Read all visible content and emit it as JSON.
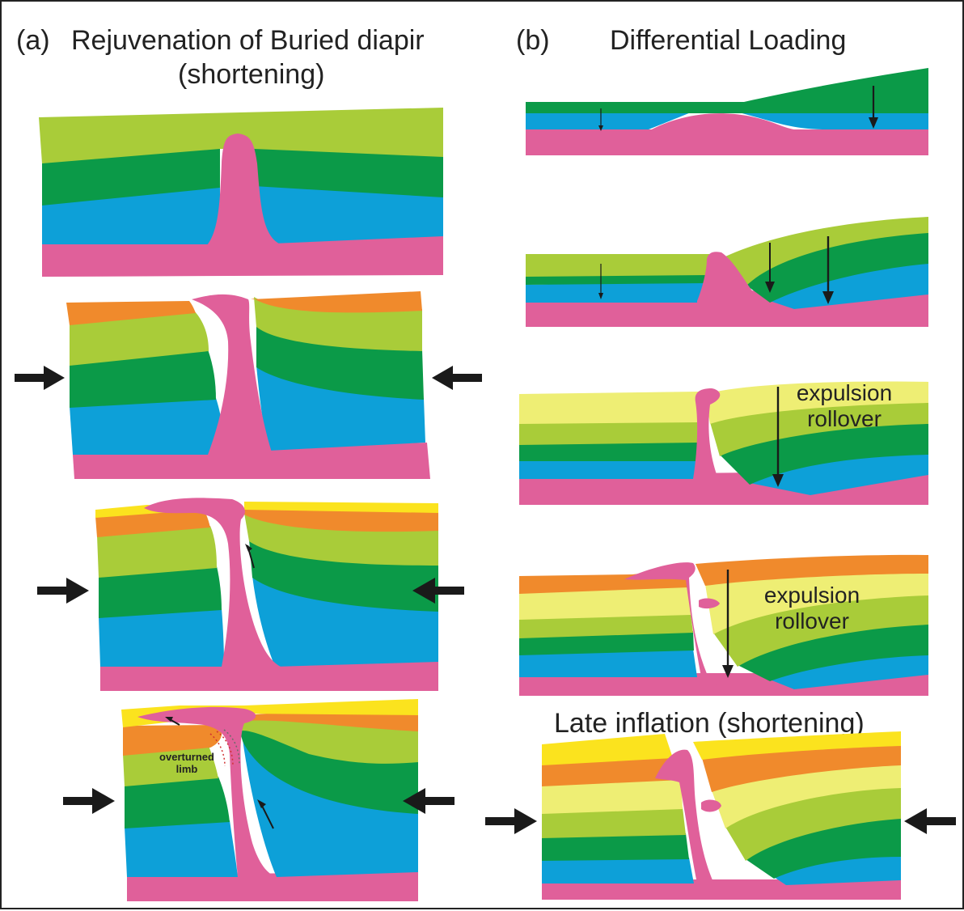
{
  "figure": {
    "panel_a": {
      "letter": "(a)",
      "title_line1": "Rejuvenation of Buried diapir",
      "title_line2": "(shortening)",
      "annotation_overturned_line1": "overturned",
      "annotation_overturned_line2": "limb"
    },
    "panel_b": {
      "letter": "(b)",
      "title": "Differential Loading",
      "annotation_expulsion_1_line1": "expulsion",
      "annotation_expulsion_1_line2": "rollover",
      "annotation_expulsion_2_line1": "expulsion",
      "annotation_expulsion_2_line2": "rollover",
      "subtitle_late": "Late inflation (shortening)"
    },
    "colors": {
      "salt_pink": "#e0609a",
      "blue_layer": "#0da0d8",
      "dark_green_layer": "#0b9a48",
      "light_green_layer": "#a9cc39",
      "pale_yellow_layer": "#eeee74",
      "orange_layer": "#f08a2c",
      "yellow_layer": "#fbe31e",
      "arrow_black": "#1a1a1a"
    }
  }
}
